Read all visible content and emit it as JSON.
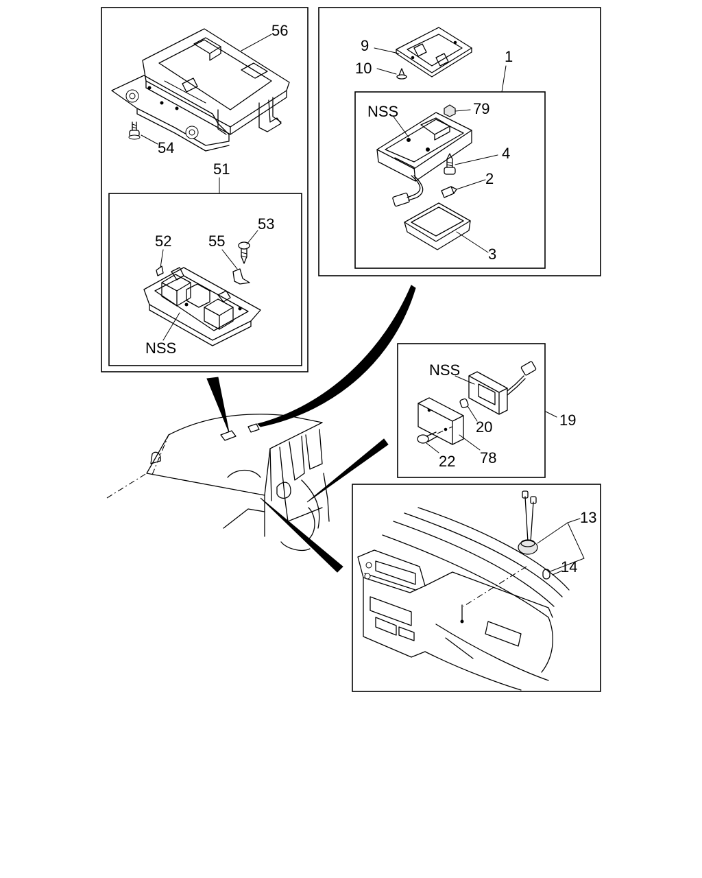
{
  "labels": {
    "p56": "56",
    "p54": "54",
    "p51": "51",
    "p52": "52",
    "p53": "53",
    "p55": "55",
    "nss_left": "NSS",
    "p9": "9",
    "p10": "10",
    "p1": "1",
    "nss_top": "NSS",
    "p79": "79",
    "p4": "4",
    "p2": "2",
    "p3": "3",
    "nss_right": "NSS",
    "p19": "19",
    "p20": "20",
    "p78": "78",
    "p22": "22",
    "p13": "13",
    "p14": "14"
  }
}
